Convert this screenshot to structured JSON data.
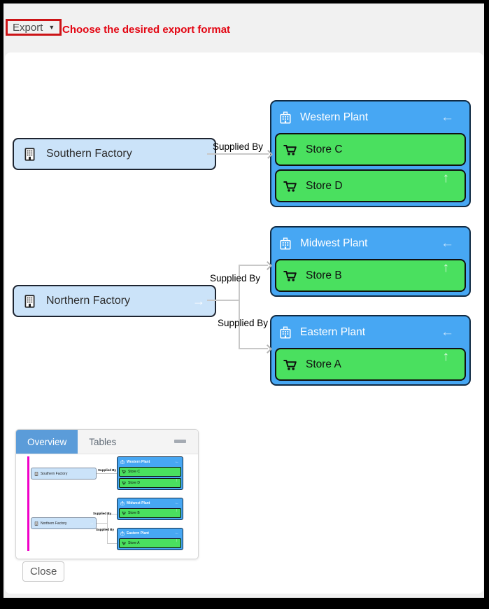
{
  "toolbar": {
    "export_label": "Export",
    "hint": "Choose the desired export format"
  },
  "icons": {
    "dropdown_caret": "▼",
    "collapse_left": "←",
    "expand_right": "→",
    "up": "↑"
  },
  "diagram": {
    "edge_label": "Supplied By",
    "factories": [
      {
        "name": "Southern Factory"
      },
      {
        "name": "Northern Factory"
      }
    ],
    "plants": [
      {
        "name": "Western Plant",
        "stores": [
          {
            "name": "Store C"
          },
          {
            "name": "Store D"
          }
        ]
      },
      {
        "name": "Midwest Plant",
        "stores": [
          {
            "name": "Store B"
          }
        ]
      },
      {
        "name": "Eastern Plant",
        "stores": [
          {
            "name": "Store A"
          }
        ]
      }
    ]
  },
  "overview_panel": {
    "tabs": [
      {
        "label": "Overview",
        "active": true
      },
      {
        "label": "Tables",
        "active": false
      }
    ]
  },
  "footer": {
    "close_label": "Close"
  },
  "colors": {
    "plant_blue": "#47a7f3",
    "store_green": "#4ae05f",
    "factory_blue": "#cbe3f9",
    "minimap_tab_blue": "#5b9cd9",
    "viewport_magenta": "#f000c8",
    "annotation_red": "#e30613"
  }
}
